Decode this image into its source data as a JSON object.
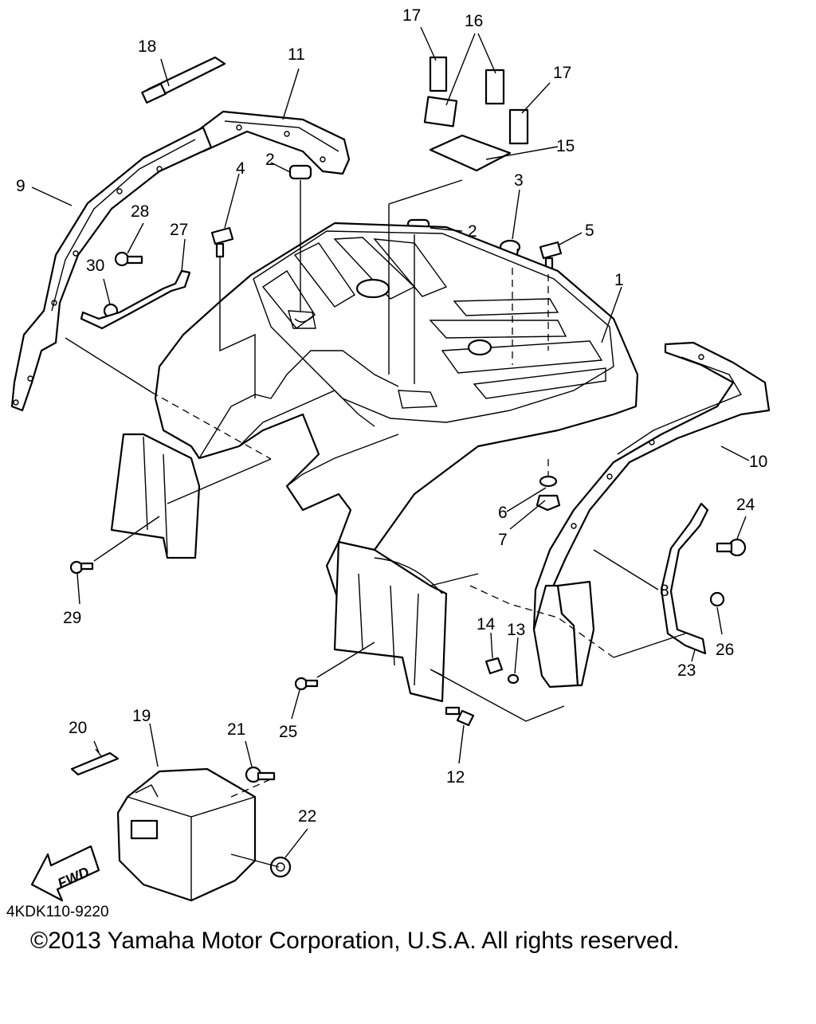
{
  "diagram": {
    "code": "4KDK110-9220",
    "copyright": "©2013 Yamaha Motor Corporation, U.S.A. All rights reserved.",
    "fwd_label": "FWD",
    "callouts": {
      "c1": "1",
      "c2a": "2",
      "c2b": "2",
      "c3": "3",
      "c4": "4",
      "c5": "5",
      "c6": "6",
      "c7": "7",
      "c8": "8",
      "c9": "9",
      "c10": "10",
      "c11": "11",
      "c12": "12",
      "c13": "13",
      "c14": "14",
      "c15": "15",
      "c16": "16",
      "c17a": "17",
      "c17b": "17",
      "c18": "18",
      "c19": "19",
      "c20": "20",
      "c21": "21",
      "c22": "22",
      "c23": "23",
      "c24": "24",
      "c25": "25",
      "c26": "26",
      "c27": "27",
      "c28": "28",
      "c29": "29",
      "c30": "30"
    }
  }
}
